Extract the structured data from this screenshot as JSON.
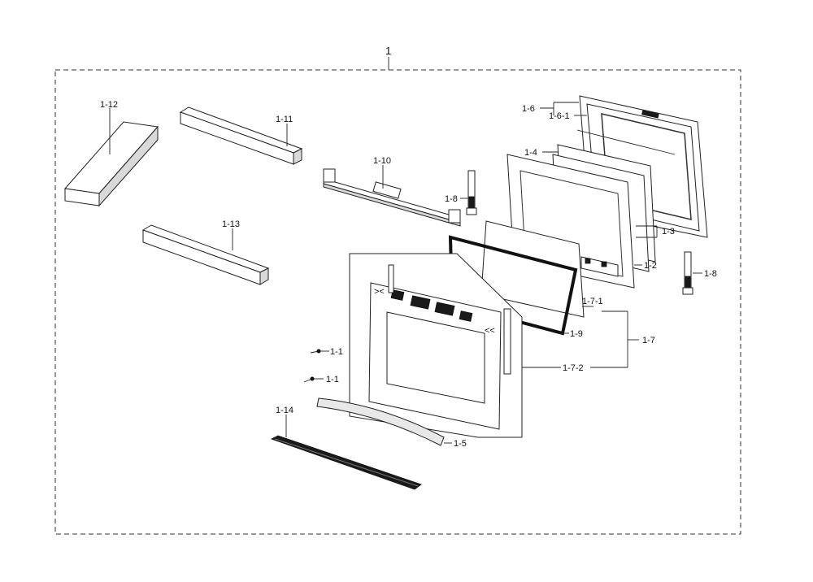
{
  "diagram": {
    "assembly_label": "1",
    "labels": {
      "l_1_12": "1-12",
      "l_1_11": "1-11",
      "l_1_10": "1-10",
      "l_1_13": "1-13",
      "l_1_8a": "1-8",
      "l_1_8b": "1-8",
      "l_1_6": "1-6",
      "l_1_6_1": "1-6-1",
      "l_1_4": "1-4",
      "l_1_3": "1-3",
      "l_1_2": "1-2",
      "l_1_7_1": "1-7-1",
      "l_1_9": "1-9",
      "l_1_7": "1-7",
      "l_1_7_2": "1-7-2",
      "l_1_1a": "1-1",
      "l_1_1b": "1-1",
      "l_1_14": "1-14",
      "l_1_5": "1-5"
    }
  }
}
